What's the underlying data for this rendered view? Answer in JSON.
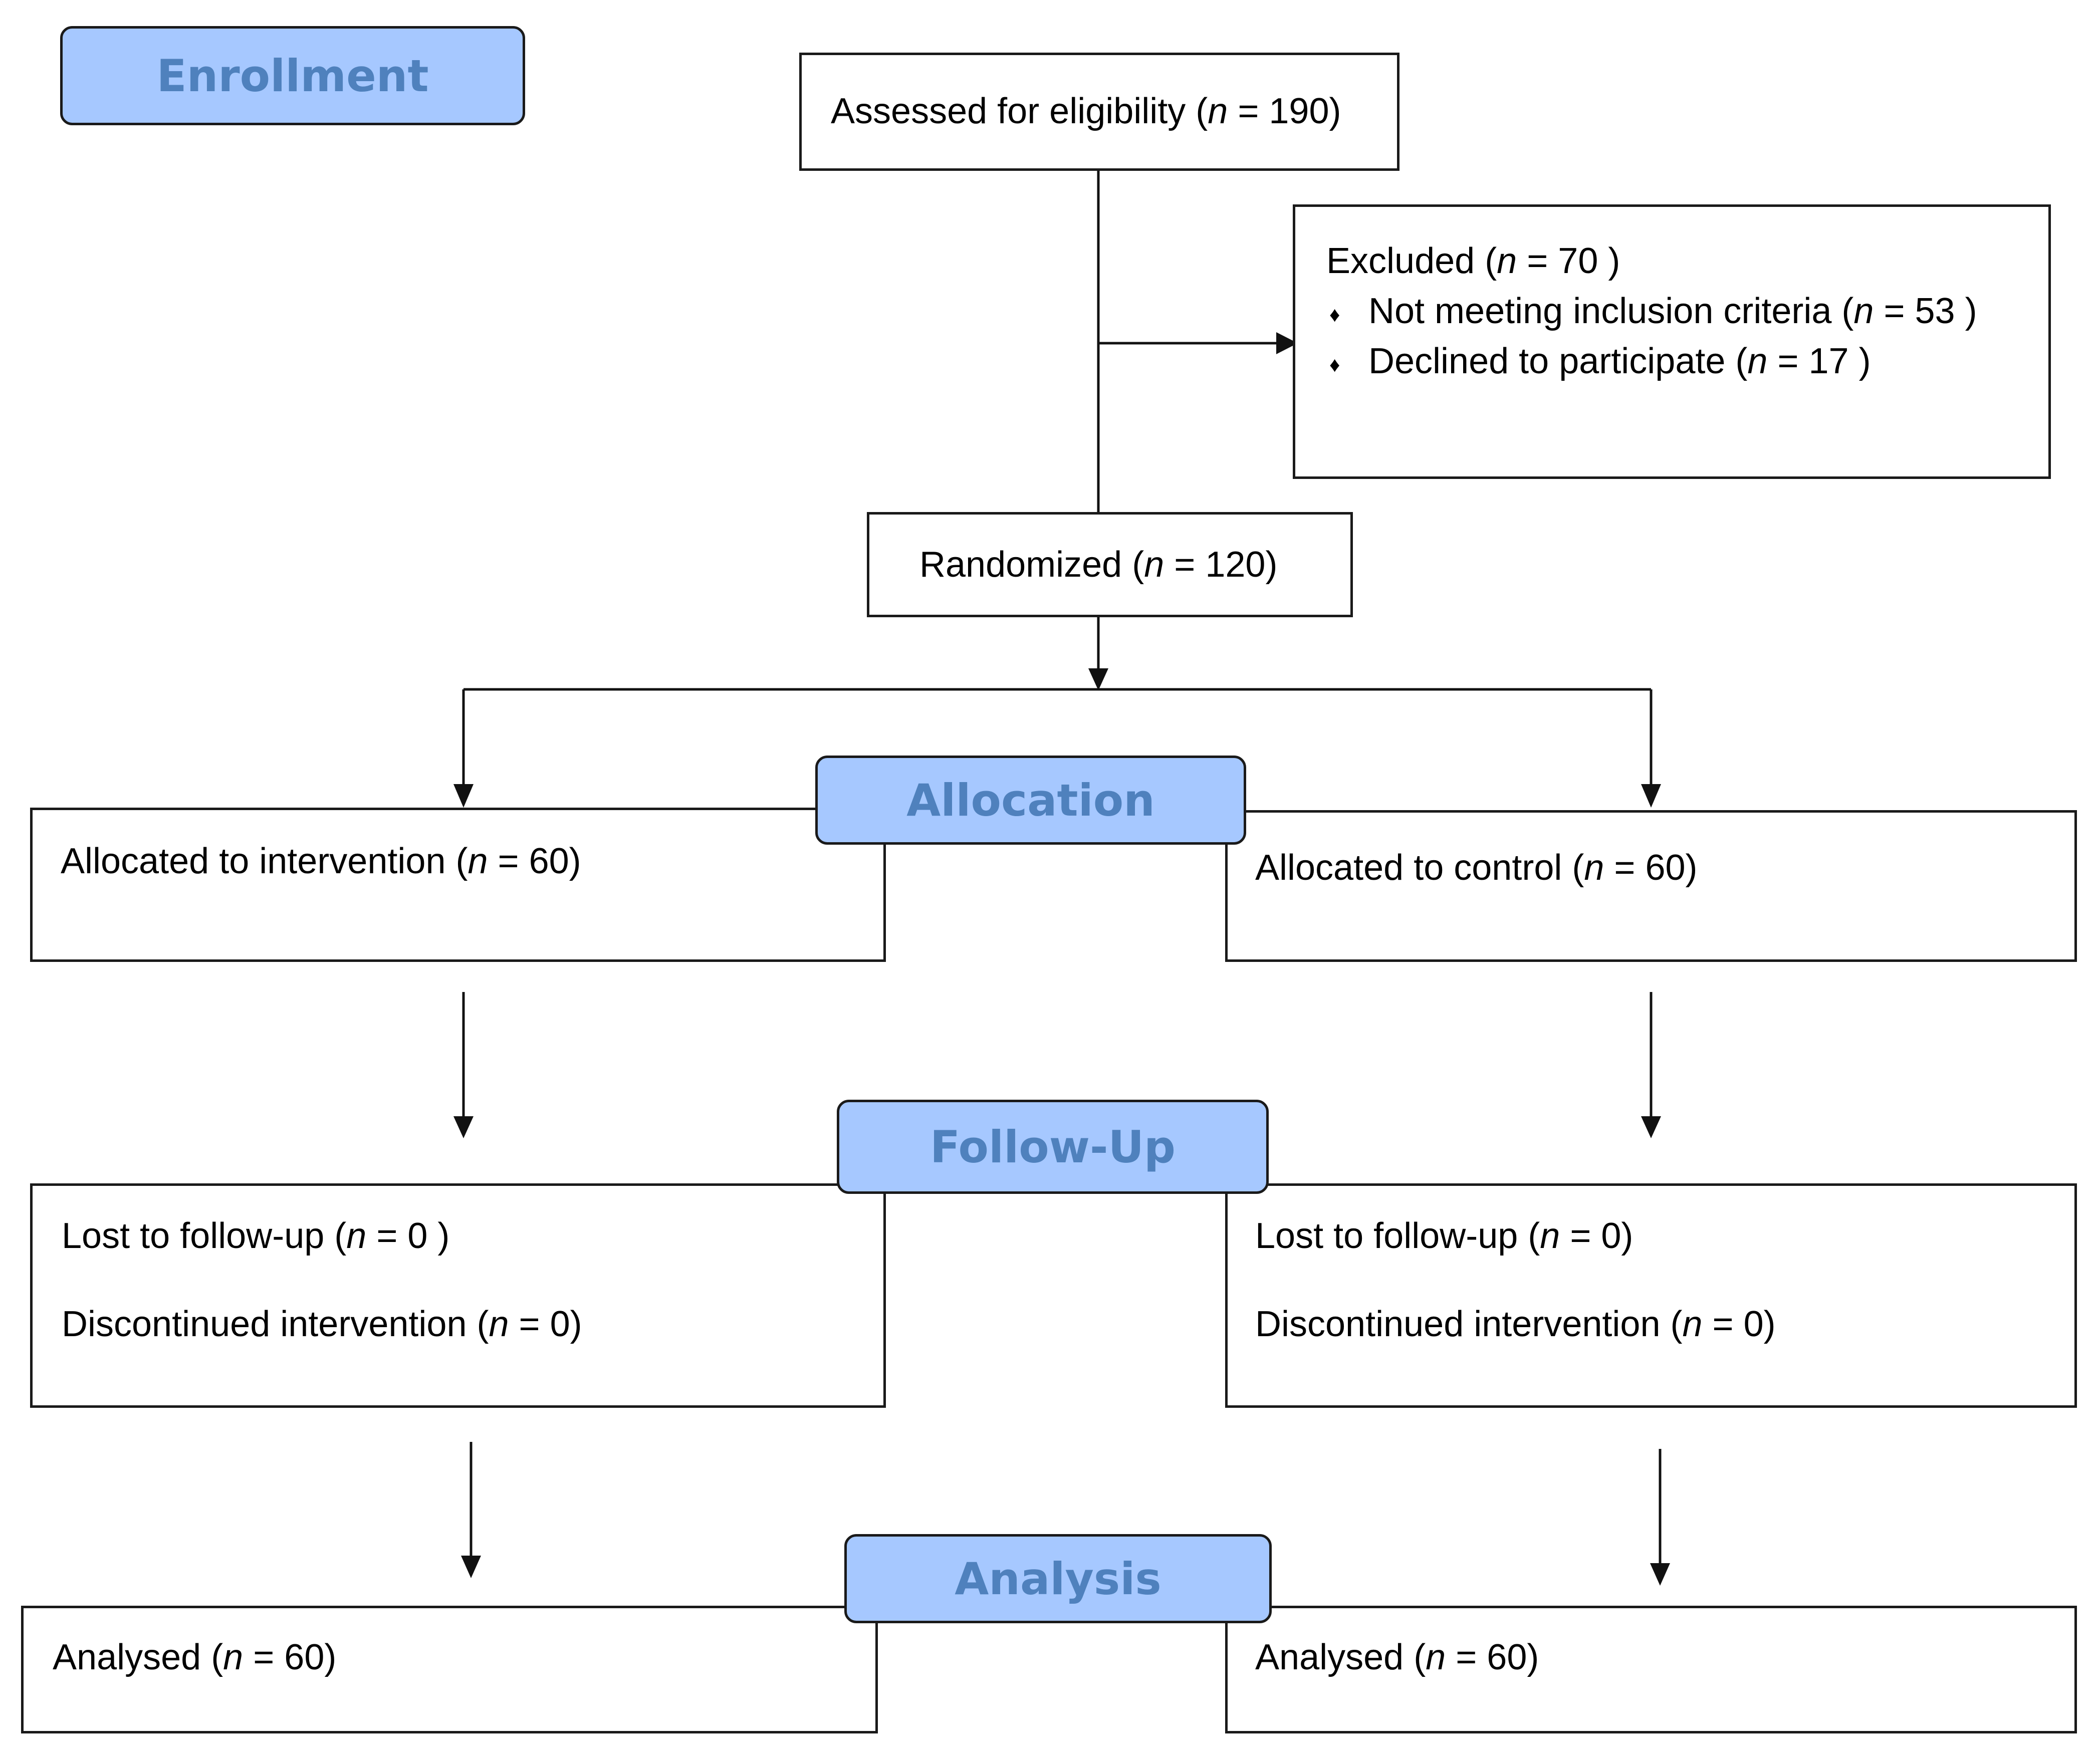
{
  "stages": {
    "enrollment": "Enrollment",
    "allocation": "Allocation",
    "followup": "Follow-Up",
    "analysis": "Analysis"
  },
  "n_symbol": "n",
  "assessed": {
    "label": "Assessed for eligibility (",
    "rest": " = 190)"
  },
  "excluded": {
    "title": {
      "label": "Excluded  (",
      "rest": " = 70 )"
    },
    "reasons": [
      {
        "label": "Not meeting inclusion criteria (",
        "rest": " = 53 )"
      },
      {
        "label": "Declined to participate (",
        "rest": " = 17 )"
      }
    ],
    "bullet": "♦"
  },
  "randomized": {
    "label": "Randomized (",
    "rest": " = 120)"
  },
  "intervention": {
    "allocated": {
      "label": "Allocated to intervention (",
      "rest": " = 60)"
    },
    "lost": {
      "label": "Lost to follow-up  (",
      "rest": " = 0 )"
    },
    "discontinued": {
      "label": "Discontinued intervention (",
      "rest": " = 0)"
    },
    "analysed": {
      "label": "Analysed  (",
      "rest": " = 60)"
    }
  },
  "control": {
    "allocated": {
      "label": "Allocated to control (",
      "rest": " = 60)"
    },
    "lost": {
      "label": "Lost to follow-up  (",
      "rest": " = 0)"
    },
    "discontinued": {
      "label": "Discontinued intervention  (",
      "rest": " = 0)"
    },
    "analysed": {
      "label": "Analysed  (",
      "rest": " = 60)"
    }
  }
}
